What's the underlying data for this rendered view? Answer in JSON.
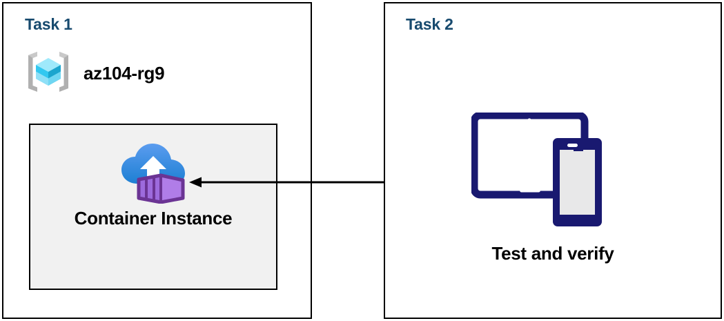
{
  "diagram": {
    "title_color": "#174A6E",
    "line_color": "#000000",
    "panels": [
      {
        "id": "task1",
        "title": "Task 1",
        "resource_group": {
          "name": "az104-rg9",
          "icon": "azure-resource-group-icon",
          "icon_colors": {
            "cube_light": "#9FE9FB",
            "cube_mid": "#32C8F0",
            "cube_dark": "#1BA5CE",
            "bracket": "#B0B0B0"
          }
        },
        "resource": {
          "label": "Container Instance",
          "icon": "azure-container-instance-icon",
          "icon_colors": {
            "cloud_top": "#5B9CEF",
            "cloud_bottom": "#1C7FD3",
            "arrow": "#FFFFFF",
            "box_face": "#B07DE8",
            "box_side": "#9A63D8",
            "box_outline": "#6B3494"
          },
          "box_fill": "#F1F1F1",
          "box_border": "#000000"
        }
      },
      {
        "id": "task2",
        "title": "Task 2",
        "resource": {
          "label": "Test and verify",
          "icon": "devices-tablet-phone-icon",
          "icon_colors": {
            "frame": "#191970",
            "tablet_screen": "#FFFFFF",
            "phone_screen": "#E8E8E9"
          }
        }
      }
    ],
    "connector": {
      "name": "arrow-task2-to-task1",
      "direction": "left",
      "from": "Test and verify",
      "to": "Container Instance",
      "color": "#000000"
    }
  }
}
